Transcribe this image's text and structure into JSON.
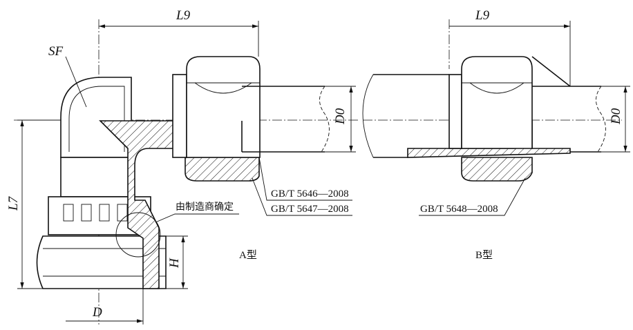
{
  "type_a": {
    "caption": "A型",
    "dim_l9": "L9",
    "dim_sf": "SF",
    "dim_d0": "D0",
    "dim_l7": "L7",
    "dim_d": "D",
    "dim_h": "H",
    "std_1": "GB/T 5646—2008",
    "std_2": "GB/T 5647—2008",
    "note": "由制造商确定"
  },
  "type_b": {
    "caption": "B型",
    "dim_l9": "L9",
    "dim_d0": "D0",
    "std": "GB/T 5648—2008"
  }
}
